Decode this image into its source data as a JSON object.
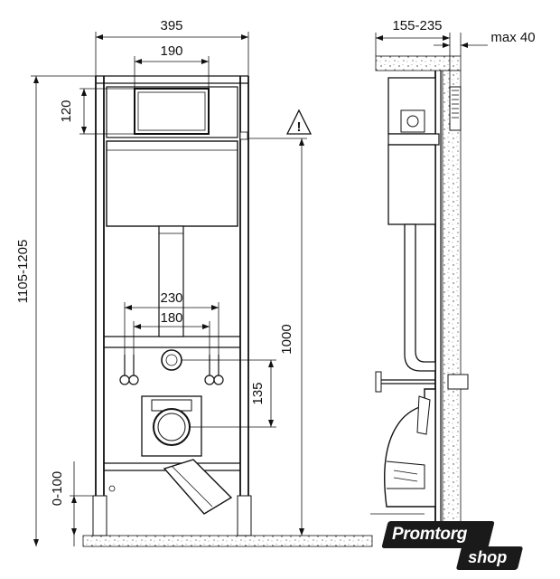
{
  "dimensions": {
    "frame_width": "395",
    "plate_width": "190",
    "plate_height": "120",
    "total_height": "1105-1205",
    "height_to_outlet": "1000",
    "bolt_spacing_outer": "230",
    "bolt_spacing_inner": "180",
    "outlet_offset": "135",
    "foot_adjust": "0-100",
    "wall_depth": "155-235",
    "max_offset": "max 40"
  },
  "warning_symbol": "!",
  "logo": {
    "line1": "Promtorg",
    "line2": "shop"
  }
}
